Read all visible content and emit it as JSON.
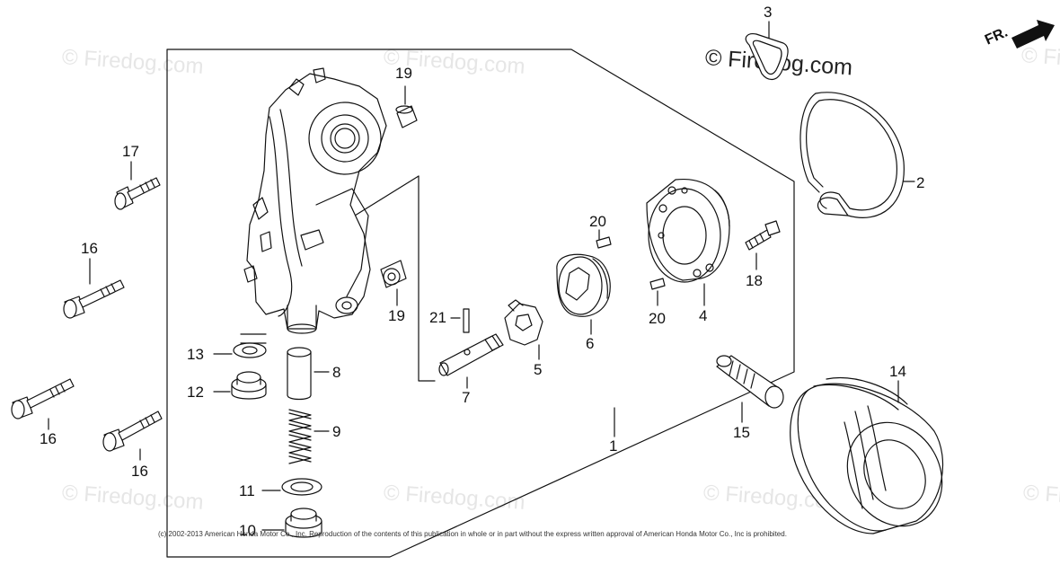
{
  "watermark": {
    "text": "© Firedog.com",
    "dark_text": "© Firedog.com"
  },
  "copyright": "(c) 2002-2013 American Honda Motor Co., Inc. Reproduction of the contents of this publication in whole or in part without the express written approval of American Honda Motor Co., Inc is prohibited.",
  "direction_label": "FR.",
  "callouts": {
    "c1": "1",
    "c2": "2",
    "c3": "3",
    "c4": "4",
    "c5": "5",
    "c6": "6",
    "c7": "7",
    "c8": "8",
    "c9": "9",
    "c10": "10",
    "c11": "11",
    "c12": "12",
    "c13": "13",
    "c14": "14",
    "c15": "15",
    "c16a": "16",
    "c16b": "16",
    "c16c": "16",
    "c17": "17",
    "c18": "18",
    "c19a": "19",
    "c19b": "19",
    "c20a": "20",
    "c20b": "20",
    "c21": "21"
  },
  "colors": {
    "ink": "#111111",
    "watermark": "#e6e6e6"
  }
}
